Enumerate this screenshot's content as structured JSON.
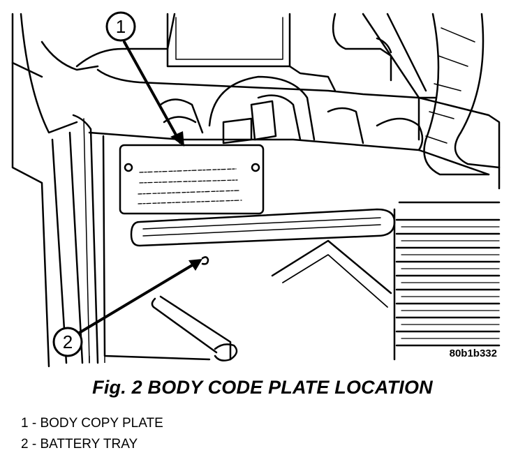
{
  "figure": {
    "callouts": [
      {
        "number": "1"
      },
      {
        "number": "2"
      }
    ],
    "figure_code": "80b1b332"
  },
  "caption": "Fig. 2 BODY CODE PLATE LOCATION",
  "legend": [
    {
      "text": "1 - BODY COPY PLATE"
    },
    {
      "text": "2 - BATTERY TRAY"
    }
  ]
}
